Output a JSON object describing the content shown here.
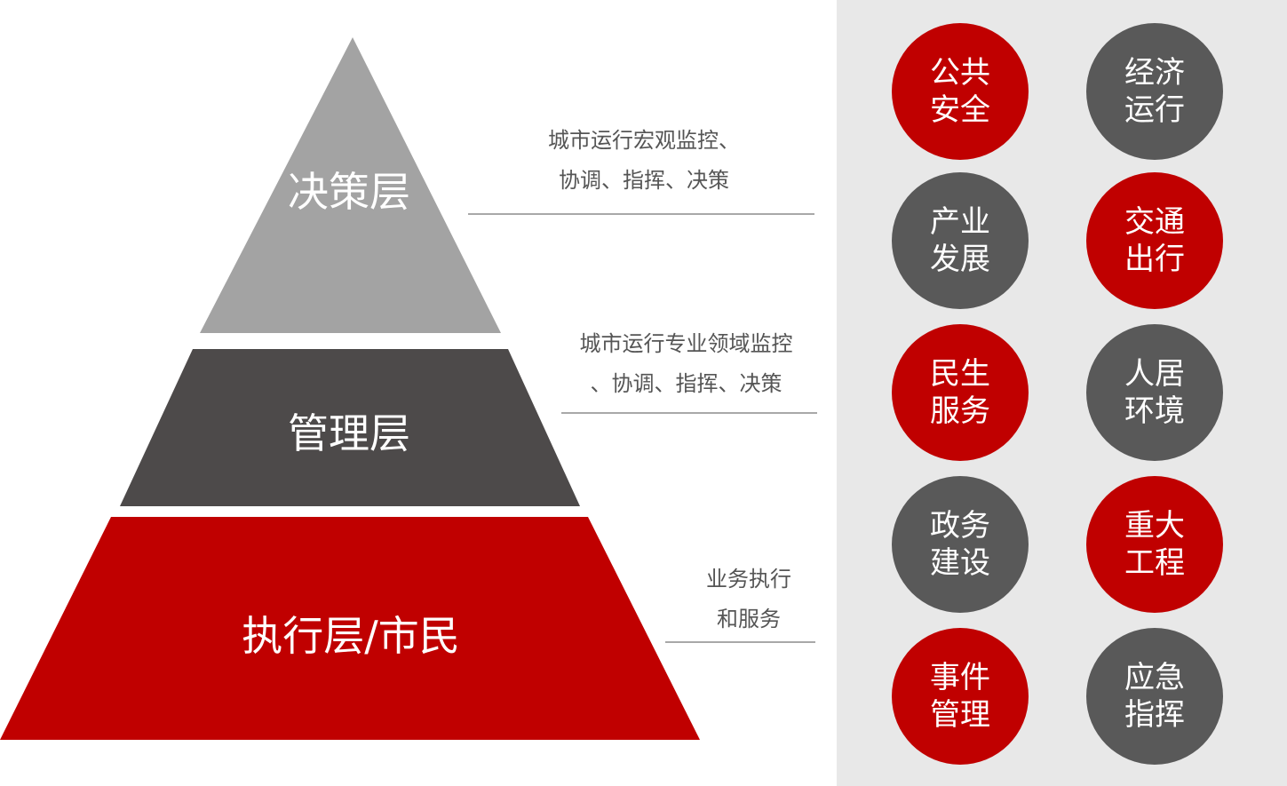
{
  "colors": {
    "top": "#a3a3a3",
    "middle": "#4d4a4a",
    "bottom": "#c00000",
    "panel": "#e8e8e8",
    "red": "#c00000",
    "gray": "#595959"
  },
  "layers": [
    {
      "label": "决策层",
      "desc": [
        "城市运行宏观监控、",
        "协调、指挥、决策"
      ]
    },
    {
      "label": "管理层",
      "desc": [
        "城市运行专业领域监控",
        "、协调、指挥、决策"
      ]
    },
    {
      "label": "执行层/市民",
      "desc": [
        "业务执行",
        "和服务"
      ]
    }
  ],
  "domains": [
    {
      "lines": [
        "公共",
        "安全"
      ],
      "color": "red"
    },
    {
      "lines": [
        "经济",
        "运行"
      ],
      "color": "gray"
    },
    {
      "lines": [
        "产业",
        "发展"
      ],
      "color": "gray"
    },
    {
      "lines": [
        "交通",
        "出行"
      ],
      "color": "red"
    },
    {
      "lines": [
        "民生",
        "服务"
      ],
      "color": "red"
    },
    {
      "lines": [
        "人居",
        "环境"
      ],
      "color": "gray"
    },
    {
      "lines": [
        "政务",
        "建设"
      ],
      "color": "gray"
    },
    {
      "lines": [
        "重大",
        "工程"
      ],
      "color": "red"
    },
    {
      "lines": [
        "事件",
        "管理"
      ],
      "color": "red"
    },
    {
      "lines": [
        "应急",
        "指挥"
      ],
      "color": "gray"
    }
  ]
}
